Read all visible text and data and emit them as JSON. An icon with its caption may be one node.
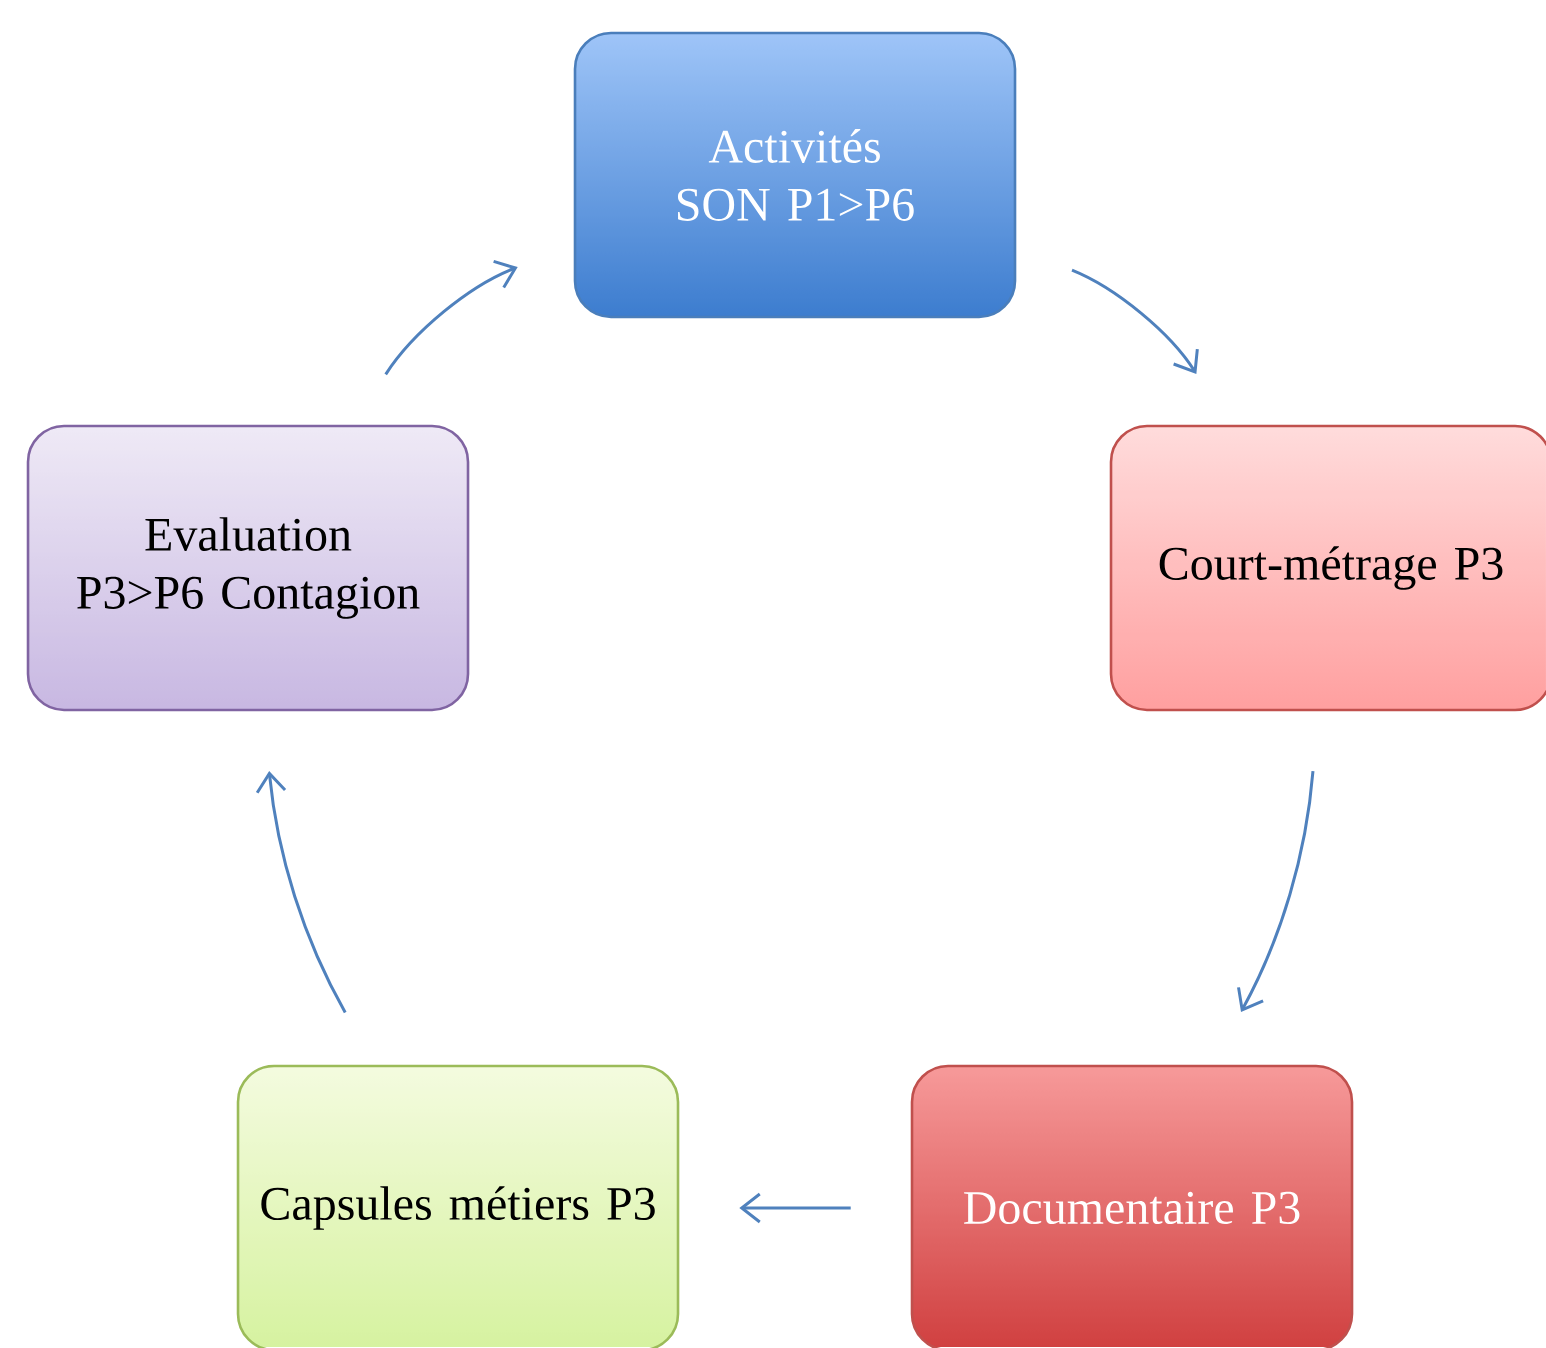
{
  "diagram": {
    "nodes": [
      {
        "text": [
          "Activités SON P1>P6"
        ]
      },
      {
        "text": [
          "Court-métrage P3"
        ]
      },
      {
        "text": [
          "Documentaire P3"
        ]
      },
      {
        "text": [
          "Capsules métiers P3"
        ]
      },
      {
        "text": [
          "Evaluation P3>P6 Contagion"
        ]
      }
    ],
    "edges": [
      {
        "from": 0,
        "to": 1,
        "arrow": "to"
      },
      {
        "from": 1,
        "to": 2,
        "arrow": "to"
      },
      {
        "from": 2,
        "to": 3,
        "arrow": "to"
      },
      {
        "from": 3,
        "to": 4,
        "arrow": "to"
      },
      {
        "from": 4,
        "to": 0,
        "arrow": "to"
      }
    ]
  }
}
